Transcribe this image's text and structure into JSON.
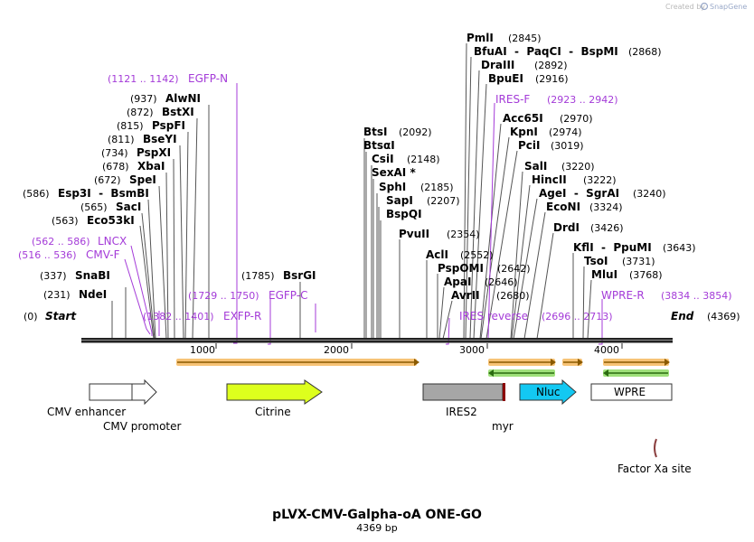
{
  "credit": {
    "text": "Created by",
    "brand": "SnapGene"
  },
  "title": "pLVX-CMV-Galpha-oA ONE-GO",
  "length_label": "4369 bp",
  "total_length": 4369,
  "ends": {
    "start_pos": "(0)",
    "start": "Start",
    "end": "End",
    "end_pos": "(4369)"
  },
  "ruler_ticks": [
    "1000",
    "2000",
    "3000",
    "4000"
  ],
  "sites": [
    {
      "name": "NdeI",
      "pos_label": "(231)"
    },
    {
      "name": "SnaBI",
      "pos_label": "(337)"
    },
    {
      "name": "Eco53kI",
      "pos_label": "(563)"
    },
    {
      "name": "SacI",
      "pos_label": "(565)"
    },
    {
      "name": "Esp3I  -  BsmBI",
      "pos_label": "(586)"
    },
    {
      "name": "SpeI",
      "pos_label": "(672)"
    },
    {
      "name": "XbaI",
      "pos_label": "(678)"
    },
    {
      "name": "PspXI",
      "pos_label": "(734)"
    },
    {
      "name": "BseYI",
      "pos_label": "(811)"
    },
    {
      "name": "PspFI",
      "pos_label": "(815)"
    },
    {
      "name": "BstXI",
      "pos_label": "(872)"
    },
    {
      "name": "AlwNI",
      "pos_label": "(937)"
    },
    {
      "name": "BsrGI",
      "pos_label": "(1785)"
    },
    {
      "name": "BtsI",
      "pos_label": "(2092)"
    },
    {
      "name": "BtsαI",
      "pos_label": ""
    },
    {
      "name": "CsiI",
      "pos_label": "(2148)"
    },
    {
      "name": "SexAI *",
      "pos_label": ""
    },
    {
      "name": "SphI",
      "pos_label": "(2185)"
    },
    {
      "name": "SapI",
      "pos_label": "(2207)"
    },
    {
      "name": "BspQI",
      "pos_label": ""
    },
    {
      "name": "PvuII",
      "pos_label": "(2354)"
    },
    {
      "name": "AclI",
      "pos_label": "(2552)"
    },
    {
      "name": "PspOMI",
      "pos_label": "(2642)"
    },
    {
      "name": "ApaI",
      "pos_label": "(2646)"
    },
    {
      "name": "AvrII",
      "pos_label": "(2680)"
    },
    {
      "name": "PmlI",
      "pos_label": "(2845)"
    },
    {
      "name": "BfuAI  -  PaqCI  -  BspMI",
      "pos_label": "(2868)"
    },
    {
      "name": "DraIII",
      "pos_label": "(2892)"
    },
    {
      "name": "BpuEI",
      "pos_label": "(2916)"
    },
    {
      "name": "Acc65I",
      "pos_label": "(2970)"
    },
    {
      "name": "KpnI",
      "pos_label": "(2974)"
    },
    {
      "name": "PciI",
      "pos_label": "(3019)"
    },
    {
      "name": "SalI",
      "pos_label": "(3220)"
    },
    {
      "name": "HincII",
      "pos_label": "(3222)"
    },
    {
      "name": "AgeI  -  SgrAI",
      "pos_label": "(3240)"
    },
    {
      "name": "EcoNI",
      "pos_label": "(3324)"
    },
    {
      "name": "DrdI",
      "pos_label": "(3426)"
    },
    {
      "name": "KflI  -  PpuMI",
      "pos_label": "(3643)"
    },
    {
      "name": "TsoI",
      "pos_label": "(3731)"
    },
    {
      "name": "MluI",
      "pos_label": "(3768)"
    }
  ],
  "primers": [
    {
      "name": "EGFP-N",
      "range": "(1121 .. 1142)"
    },
    {
      "name": "LNCX",
      "range": "(562 .. 586)"
    },
    {
      "name": "CMV-F",
      "range": "(516 .. 536)"
    },
    {
      "name": "EXFP-R",
      "range": "(1382 .. 1401)"
    },
    {
      "name": "EGFP-C",
      "range": "(1729 .. 1750)"
    },
    {
      "name": "IRES-F",
      "range": "(2923 .. 2942)"
    },
    {
      "name": "IRES reverse",
      "range": "(2696 .. 2713)"
    },
    {
      "name": "WPRE-R",
      "range": "(3834 .. 3854)"
    }
  ],
  "features": [
    {
      "name": "CMV enhancer",
      "color": "#ffffff",
      "shape": "box"
    },
    {
      "name": "CMV promoter",
      "color": "#ffffff",
      "shape": "arrow-right"
    },
    {
      "name": "Citrine",
      "color": "#ddff1d",
      "shape": "arrow-right"
    },
    {
      "name": "IRES2",
      "color": "#a6a6a6",
      "shape": "box"
    },
    {
      "name": "myr",
      "color": "#8b0000",
      "shape": "mark"
    },
    {
      "name": "Nluc",
      "color": "#13c8f2",
      "shape": "arrow-right"
    },
    {
      "name": "WPRE",
      "color": "#ffffff",
      "shape": "box"
    },
    {
      "name": "Factor Xa site",
      "color": "#8b4040",
      "shape": "mark"
    }
  ],
  "orfs": [
    {
      "direction": "forward",
      "color": "#f7c376"
    },
    {
      "direction": "forward",
      "color": "#f7c376"
    },
    {
      "direction": "forward",
      "color": "#f7c376"
    },
    {
      "direction": "forward",
      "color": "#f7c376"
    },
    {
      "direction": "reverse",
      "color": "#9fe07a"
    },
    {
      "direction": "reverse",
      "color": "#9fe07a"
    }
  ]
}
